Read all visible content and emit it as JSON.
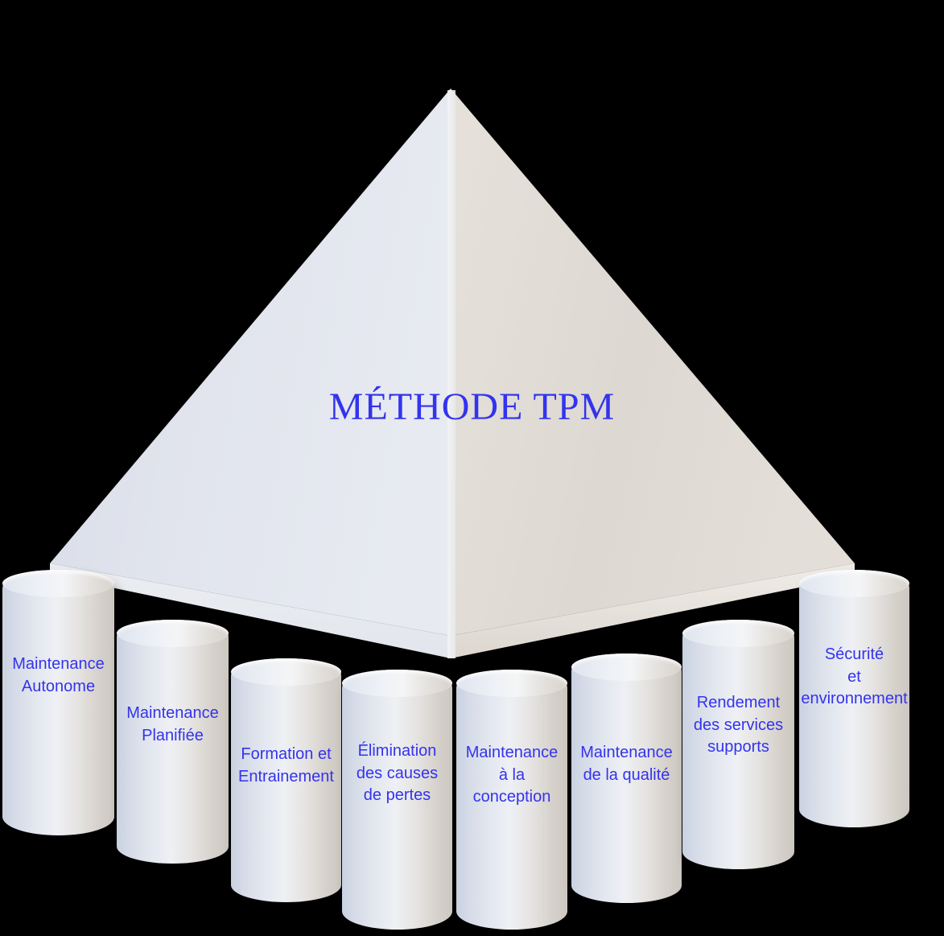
{
  "diagram": {
    "title": "MÉTHODE TPM",
    "title_color": "#3333ee",
    "pyramid": {
      "left_face_color": "#dfe2eb",
      "right_face_color": "#e0dbd5"
    },
    "pillars": [
      {
        "label": "Maintenance\nAutonome"
      },
      {
        "label": "Maintenance\nPlanifiée"
      },
      {
        "label": "Formation et\nEntrainement"
      },
      {
        "label": "Élimination\ndes causes\nde pertes"
      },
      {
        "label": "Maintenance\nà la\nconception"
      },
      {
        "label": "Maintenance\nde la qualité"
      },
      {
        "label": "Rendement\ndes services\nsupports"
      },
      {
        "label": "Sécurité\net\nenvironnement"
      }
    ]
  }
}
